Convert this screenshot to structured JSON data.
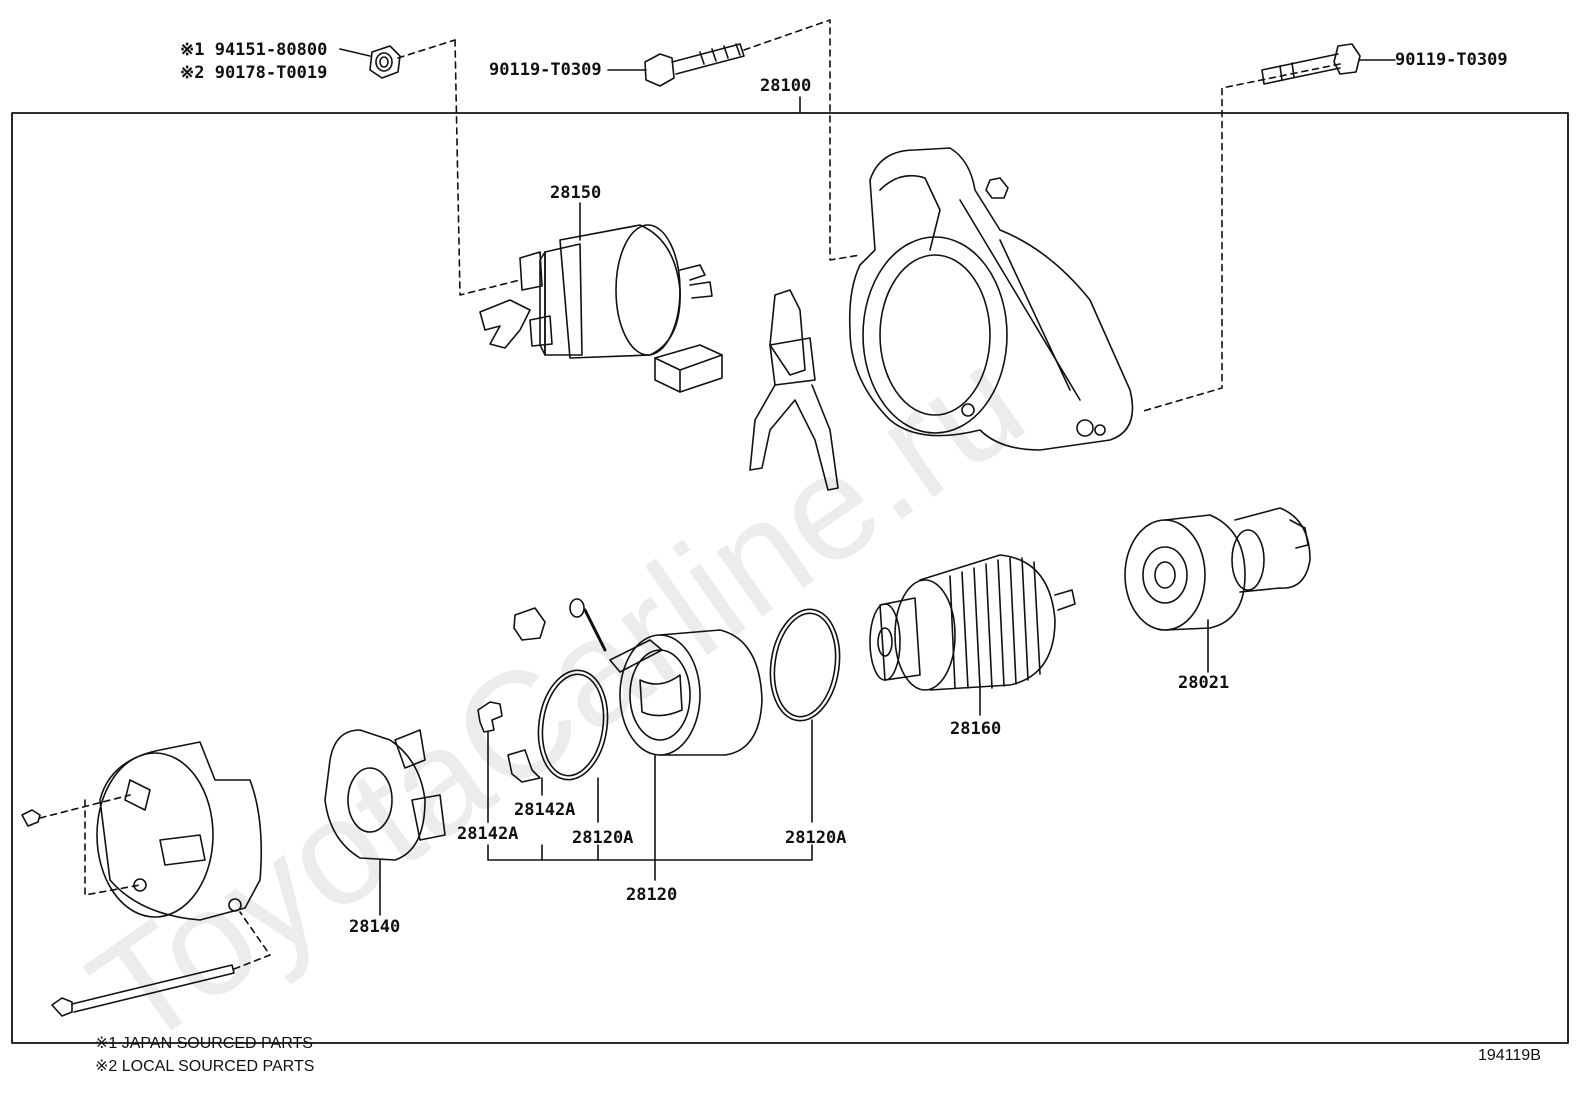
{
  "watermark": "ToyotaCarline.ru",
  "labels": {
    "note1_code": "※1 94151-80800",
    "note2_code": "※2 90178-T0019",
    "bolt_top_left": "90119-T0309",
    "bolt_top_right": "90119-T0309",
    "housing": "28100",
    "solenoid": "28150",
    "clutch": "28021",
    "armature": "28160",
    "yoke_ring_a": "28120A",
    "yoke_ring_b": "28120A",
    "yoke": "28120",
    "brush_spring_a": "28142A",
    "brush_spring_b": "28142A",
    "brush_holder": "28140"
  },
  "footnotes": {
    "note1": "※1 JAPAN SOURCED PARTS",
    "note2": "※2 LOCAL SOURCED PARTS"
  },
  "diagram_code": "194119B"
}
